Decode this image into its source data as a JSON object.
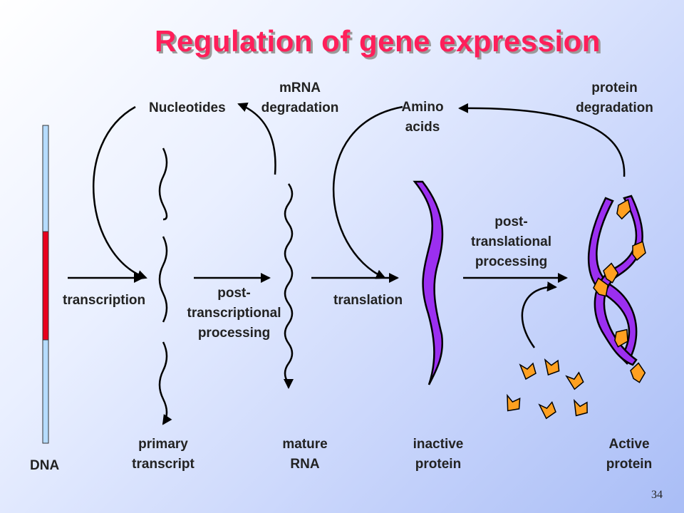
{
  "title": "Regulation of gene expression",
  "labels": {
    "nucleotides": "Nucleotides",
    "mrna_degradation_1": "mRNA",
    "mrna_degradation_2": "degradation",
    "amino_1": "Amino",
    "amino_2": "acids",
    "protein_degradation_1": "protein",
    "protein_degradation_2": "degradation",
    "post_translational_1": "post-",
    "post_translational_2": "translational",
    "post_translational_3": "processing",
    "transcription": "transcription",
    "post_transcriptional_1": "post-",
    "post_transcriptional_2": "transcriptional",
    "post_transcriptional_3": "processing",
    "translation": "translation",
    "dna": "DNA",
    "primary_1": "primary",
    "primary_2": "transcript",
    "mature_1": "mature",
    "mature_2": "RNA",
    "inactive_1": "inactive",
    "inactive_2": "protein",
    "active_1": "Active",
    "active_2": "protein"
  },
  "page_number": "34",
  "colors": {
    "title": "#ff1f5a",
    "dna_bar": "#b6dcff",
    "gene_segment": "#e8001c",
    "protein": "#9b2ff0",
    "fragments": "#ffa020",
    "arrows": "#000000"
  }
}
